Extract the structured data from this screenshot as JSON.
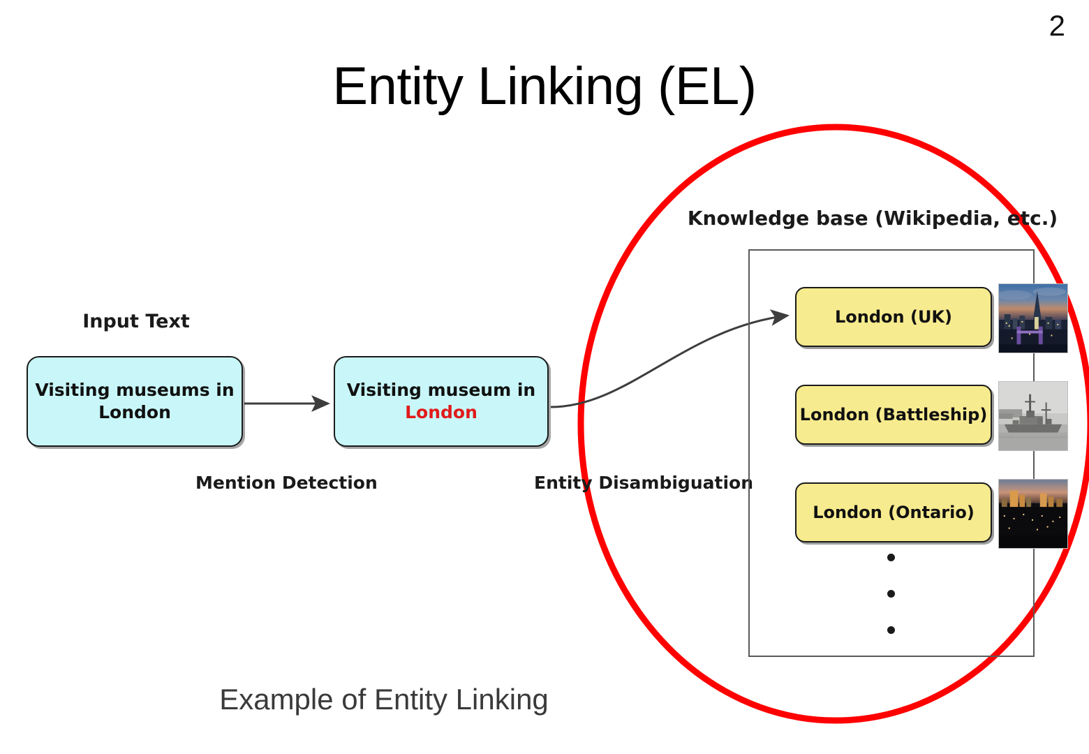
{
  "slide": {
    "page_number": "2",
    "title": "Entity Linking (EL)",
    "caption": "Example of Entity Linking"
  },
  "colors": {
    "text_box_fill": "#c9f7f9",
    "entity_box_fill": "#f7eb8f",
    "highlight_red": "#e01b1b",
    "annotation_ellipse": "#ff0000",
    "border_dark": "#1a1a1a",
    "frame_gray": "#5a5a5a"
  },
  "pipeline": {
    "input_label": "Input Text",
    "input_box": {
      "text": "Visiting museums in London"
    },
    "mention_box": {
      "prefix": "Visiting museum in",
      "mention": "London"
    },
    "step_labels": {
      "mention_detection": "Mention Detection",
      "entity_disambiguation": "Entity Disambiguation"
    }
  },
  "knowledge_base": {
    "label": "Knowledge base (Wikipedia, etc.)",
    "entities": [
      {
        "label": "London (UK)",
        "thumbnail": "london-skyline-photo"
      },
      {
        "label": "London (Battleship)",
        "thumbnail": "battleship-photo"
      },
      {
        "label": "London (Ontario)",
        "thumbnail": "ontario-cityscape-photo"
      }
    ],
    "more_indicator": "vertical-ellipsis"
  },
  "annotations": {
    "highlight_ellipse": "red-ellipse-around-disambiguation-and-kb"
  }
}
